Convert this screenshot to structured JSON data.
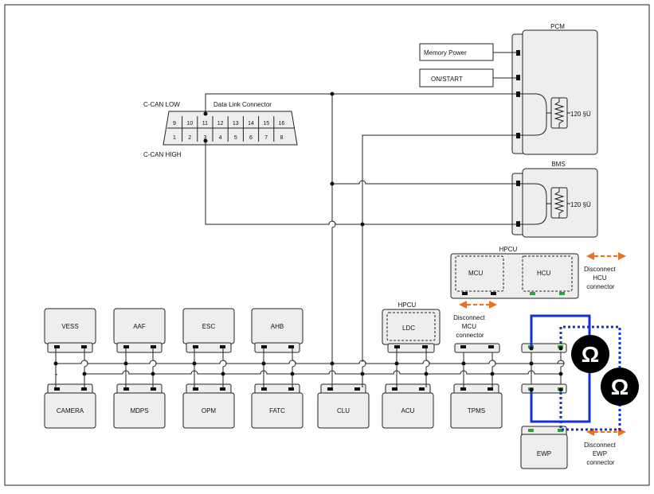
{
  "colors": {
    "line": "#222222",
    "box_fill": "#eeeeee",
    "pin_green": "#27a53a",
    "meter_blue": "#1030d8",
    "arrow_orange": "#f07020",
    "badge": "#000000"
  },
  "pcm": {
    "title": "PCM",
    "memory_power": "Memory Power",
    "on_start": "ON/START",
    "resistor_label": "120 §Ü"
  },
  "bms": {
    "title": "BMS",
    "resistor_label": "120 §Ü"
  },
  "dlc": {
    "title": "Data Link Connector",
    "can_low": "C-CAN LOW",
    "can_high": "C-CAN HIGH",
    "top_pins": [
      "9",
      "10",
      "11",
      "12",
      "13",
      "14",
      "15",
      "16"
    ],
    "bottom_pins": [
      "1",
      "2",
      "3",
      "4",
      "5",
      "6",
      "7",
      "8"
    ]
  },
  "hpcu_top": {
    "title": "HPCU",
    "mcu": "MCU",
    "hcu": "HCU",
    "disconnect_mcu": [
      "Disconnect",
      "MCU",
      "connector"
    ],
    "disconnect_hcu": [
      "Disconnect",
      "HCU",
      "connector"
    ]
  },
  "hpcu_ldc": {
    "title": "HPCU",
    "ldc": "LDC"
  },
  "top_modules": [
    "VESS",
    "AAF",
    "ESC",
    "AHB"
  ],
  "bottom_modules": [
    "CAMERA",
    "MDPS",
    "OPM",
    "FATC",
    "CLU",
    "ACU",
    "TPMS"
  ],
  "ewp": {
    "label": "EWP",
    "disconnect": [
      "Disconnect",
      "EWP",
      "connector"
    ]
  },
  "ohm_symbol": "Ω"
}
